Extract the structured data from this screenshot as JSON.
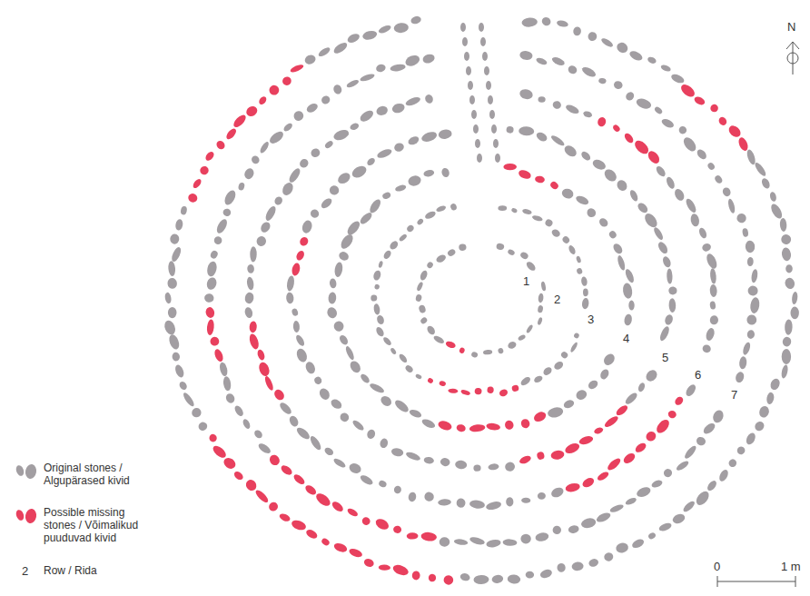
{
  "diagram": {
    "labels": [
      "1",
      "2",
      "3",
      "4",
      "5",
      "6",
      "7",
      "N",
      "0",
      "1 m",
      "2"
    ],
    "legend": [
      {
        "text": "Original stones / Algupärased kivid",
        "color": "#a29ea2"
      },
      {
        "text": "Possible missing stones / Võimalikud puuduvad kivid",
        "color": "#e8405e"
      },
      {
        "text": "Row / Rida"
      }
    ]
  }
}
